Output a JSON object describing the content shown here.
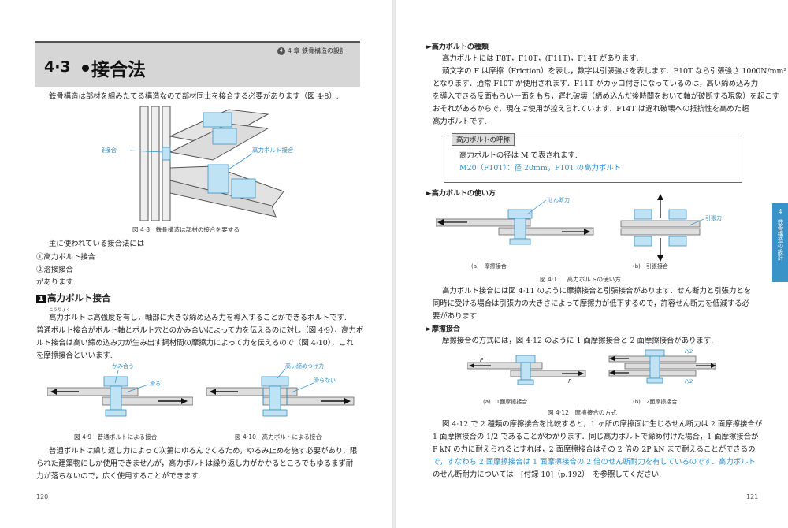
{
  "left": {
    "header": {
      "chapter": "4 章 鉄骨構造の設計",
      "chapter_num": "4",
      "section_num": "4·3",
      "title": "接合法"
    },
    "intro": "鉄骨構造は部材を組みたてる構造なので部材同士を接合する必要があります（図 4·8）.",
    "fig48": {
      "label_weld": "溶接接合",
      "label_bolt": "高力ボルト接合",
      "caption": "図 4·8　鉄骨構造は部材の接合を要する"
    },
    "list_lines": [
      "主に使われている接合法には",
      "①高力ボルト接合",
      "②溶接接合",
      "があります."
    ],
    "subhead": {
      "num": "1",
      "text": "高力ボルト接合"
    },
    "ruby": "こうりょく",
    "para1": [
      "高力ボルトは高強度を有し，軸部に大きな締め込み力を導入することができるボルトです.",
      "普通ボルト接合がボルト軸とボルト穴とのかみ合いによって力を伝えるのに対し（図 4·9），高力ボ",
      "ルト接合は高い締め込み力が生み出す鋼材間の摩擦力によって力を伝えるので（図 4·10），これ",
      "を摩擦接合といいます."
    ],
    "fig49": {
      "label_bite": "かみ合う",
      "label_slip": "滑る",
      "caption": "図 4·9　普通ボルトによる接合"
    },
    "fig410": {
      "label_force": "高い締めつけ力",
      "label_noslip": "滑らない",
      "caption": "図 4·10　高力ボルトによる接合"
    },
    "para2": [
      "普通ボルトは繰り返し力によって次第にゆるんでくるため，ゆるみ止めを施す必要があり，限",
      "られた建築物にしか使用できませんが，高力ボルトは繰り返し力がかかるところでもゆるまず耐",
      "力が落ちないので，広く使用することができます."
    ],
    "page_number": "120"
  },
  "right": {
    "h_types": "►高力ボルトの種類",
    "types_para": [
      "高力ボルトには F8T，F10T，(F11T)，F14T があります.",
      "頭文字の F は摩擦（Friction）を表し，数字は引張強さを表します．F10T なら引張強さ 1000N/mm²",
      "となります．通常 F10T が使用されます．F11T がカッコ付きになっているのは，高い締め込み力",
      "を導入できる反面もろい一面をもち，遅れ破壊（締め込んだ後時間をおいて軸が破断する現象）を起こす",
      "おそれがあるからで，現在は使用が控えられています．F14T は遅れ破壊への抵抗性を高めた超",
      "高力ボルトです."
    ],
    "def_label": "高力ボルトの呼称",
    "def_line1": "高力ボルトの径は M で表されます.",
    "def_line2": "M20（F10T）：径 20mm，F10T の高力ボルト",
    "h_usage": "►高力ボルトの使い方",
    "fig411": {
      "label_shear": "せん断力",
      "label_tension": "引張力",
      "sub_a": "(a)　摩擦接合",
      "sub_b": "(b)　引張接合",
      "caption": "図 4·11　高力ボルトの使い方"
    },
    "usage_para": [
      "高力ボルト接合には図 4·11 のように摩擦接合と引張接合があります．せん断力と引張力とを",
      "同時に受ける場合は引張力の大きさによって摩擦力が低下するので，許容せん断力を低減する必",
      "要があります."
    ],
    "h_friction": "►摩擦接合",
    "friction_line": "摩擦接合の方式には，図 4·12 のように 1 面摩擦接合と 2 面摩擦接合があります.",
    "fig412": {
      "P": "P",
      "P2": "P/2",
      "sub_a": "(a)　1面摩擦接合",
      "sub_b": "(b)　2面摩擦接合",
      "caption": "図 4·12　摩擦接合の方式"
    },
    "compare_para": [
      "図 4·12 で 2 種類の摩擦接合を比較すると，1 ヶ所の摩擦面に生じるせん断力は 2 面摩擦接合が",
      "1 面摩擦接合の 1/2 であることがわかります．同じ高力ボルトで締め付けた場合，1 面摩擦接合が",
      "P kN の力に耐えられるとすれば，2 面摩擦接合はその 2 倍の 2P kN まで耐えることができるの",
      "で，すなわち 2 面摩擦接合は 1 面摩擦接合の 2 倍のせん断耐力を有しているのです．高力ボルト",
      "のせん断耐力については　[付録 10]（p.192）　を参照してください."
    ],
    "tab": {
      "num": "4",
      "text": "鉄骨構造の設計"
    },
    "page_number": "121",
    "accent_color": "#2f8fc8"
  }
}
